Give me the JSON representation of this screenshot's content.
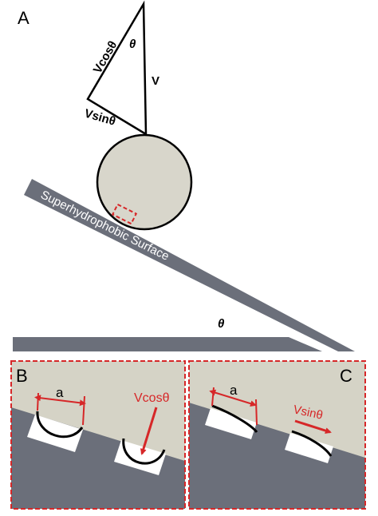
{
  "panel_labels": {
    "a": "A",
    "b": "B",
    "c": "C"
  },
  "triangle_labels": {
    "hyp": "V",
    "cos": "Vcosθ",
    "sin": "Vsinθ",
    "angle": "θ"
  },
  "surface_label": "Superhydrophobic Surface",
  "incline_angle": "θ",
  "inset_b": {
    "width_label": "a",
    "force_label": "Vcosθ"
  },
  "inset_c": {
    "width_label": "a",
    "force_label": "Vsinθ"
  },
  "colors": {
    "surface_gray": "#6b6f7a",
    "droplet_fill": "#d8d6cb",
    "accent_red": "#d62728",
    "panel_bg": "#d5d3c6"
  }
}
